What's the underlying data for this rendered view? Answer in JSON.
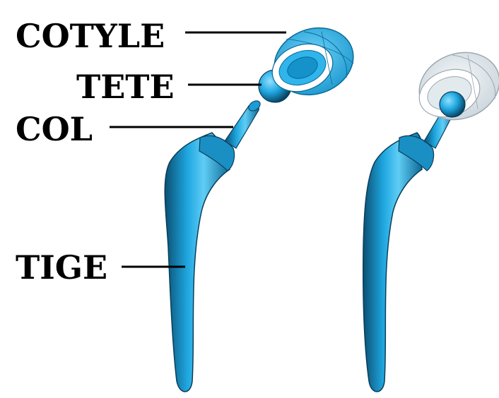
{
  "labels": {
    "cotyle": "COTYLE",
    "tete": "TETE",
    "col": "COL",
    "tige": "TIGE"
  },
  "colors": {
    "implant_blue": "#1fa7e0",
    "implant_dark": "#0b4f72",
    "cup_shell_light": "#dfe7ec",
    "cup_ring": "#ffffff",
    "leader_line": "#000000"
  },
  "components": [
    {
      "name": "cotyle",
      "icon": "acetabular-cup"
    },
    {
      "name": "tete",
      "icon": "femoral-head"
    },
    {
      "name": "col",
      "icon": "femoral-neck"
    },
    {
      "name": "tige",
      "icon": "femoral-stem"
    }
  ],
  "views": [
    "exploded",
    "assembled"
  ]
}
